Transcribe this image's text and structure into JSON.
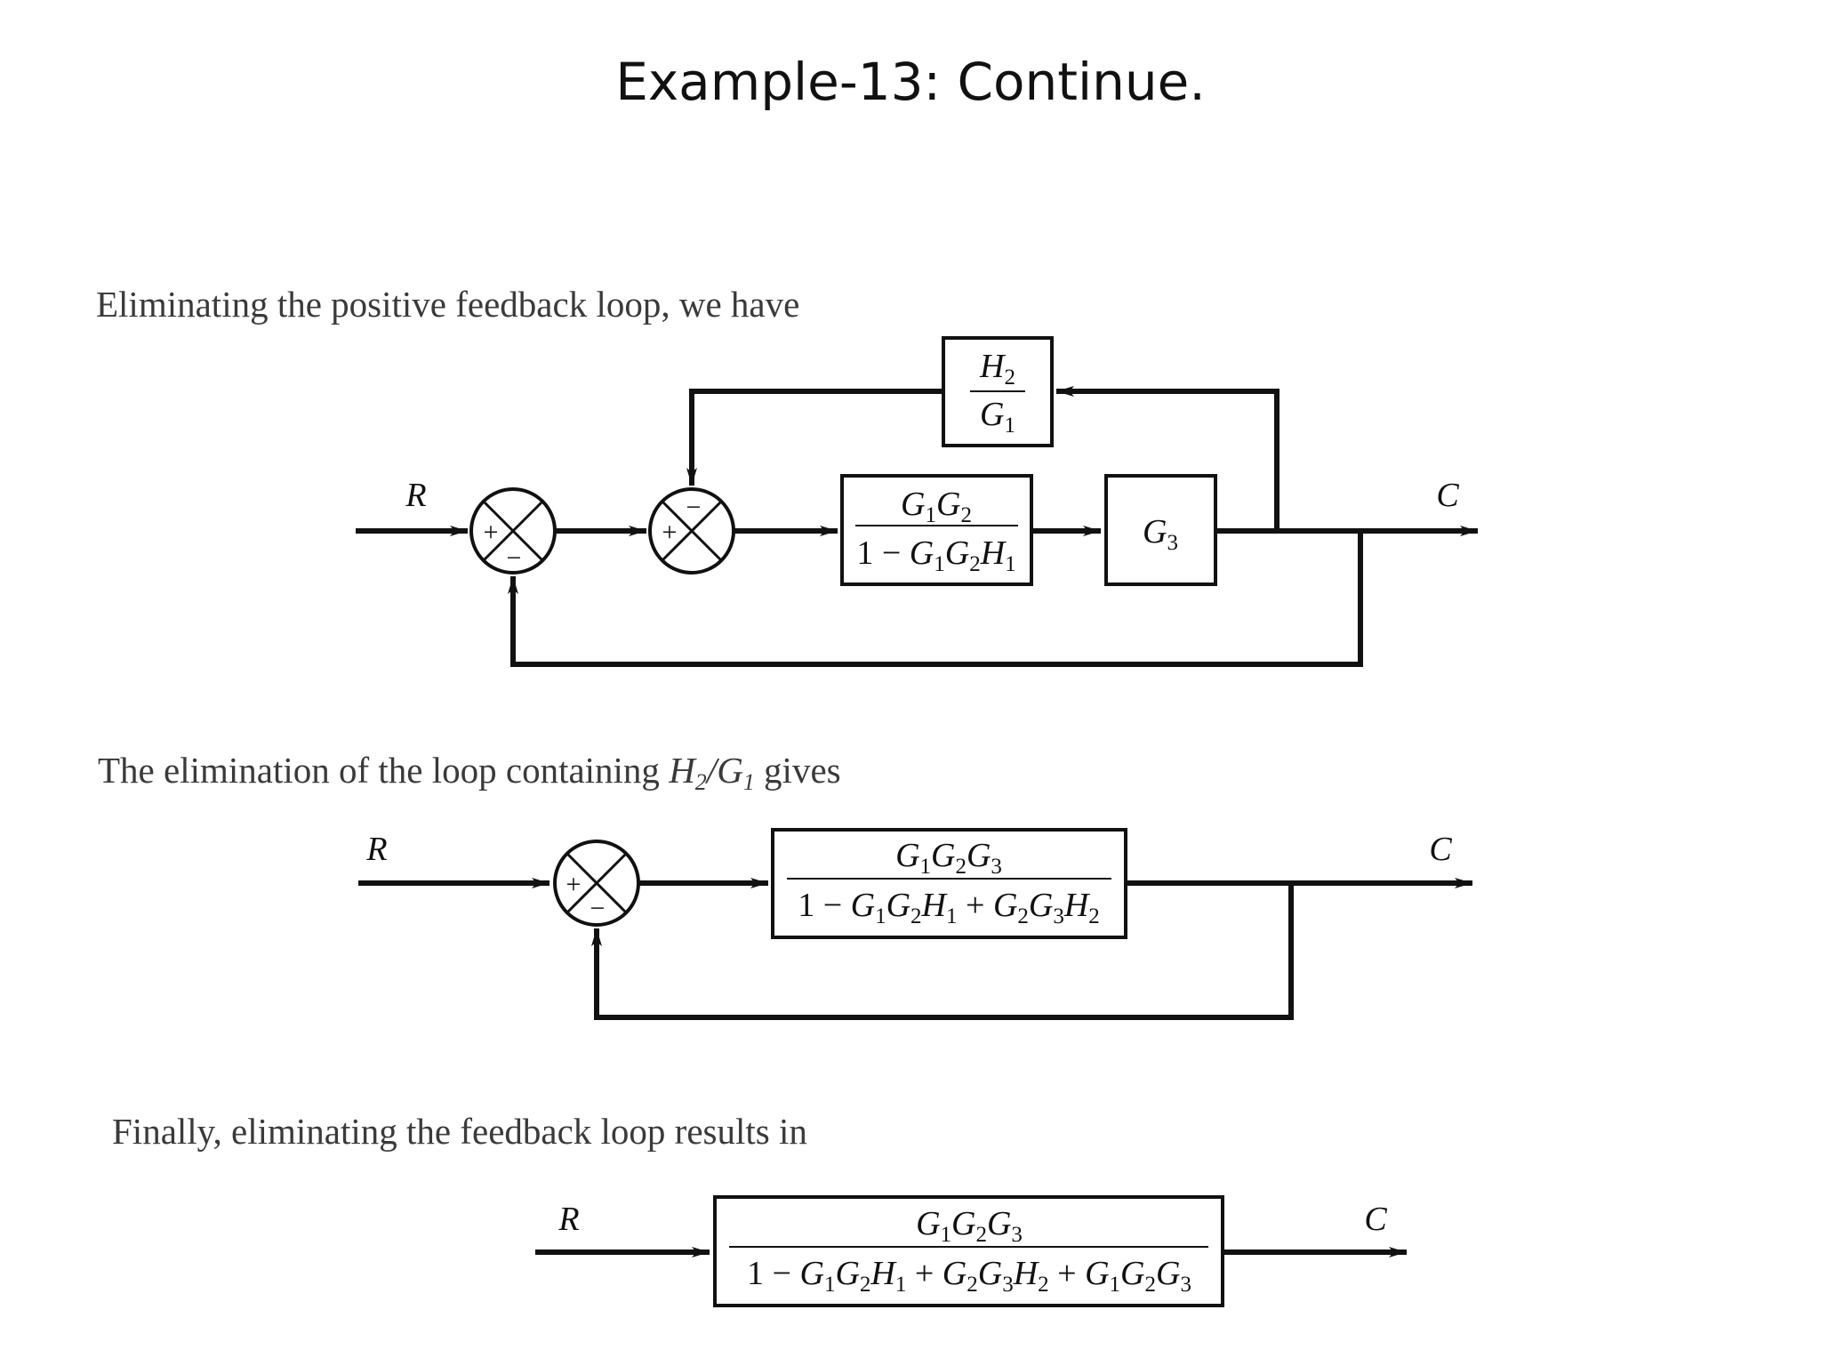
{
  "slide": {
    "title": "Example-13: Continue."
  },
  "captions": {
    "step1": "Eliminating the positive feedback loop, we have",
    "step2_prefix": "The elimination of the loop containing",
    "step2_suffix": "gives",
    "step3": "Finally, eliminating the feedback loop results in"
  },
  "signals": {
    "input": "R",
    "output": "C"
  },
  "signs": {
    "plus": "+",
    "minus": "−"
  },
  "blocks": {
    "h2_over_g1": {
      "num": "H2",
      "den": "G1"
    },
    "g3": "G3",
    "inner_loop": {
      "num": "G1G2",
      "den": "1 − G1G2H1"
    },
    "reduced": {
      "num": "G1G2G3",
      "den": "1 − G1G2H1 + G2G3H2"
    },
    "final": {
      "num": "G1G2G3",
      "den": "1 − G1G2H1 + G2G3H2 + G1G2G3"
    }
  },
  "colors": {
    "line": "#111111",
    "text": "#111111",
    "caption": "#3a3a3a"
  }
}
